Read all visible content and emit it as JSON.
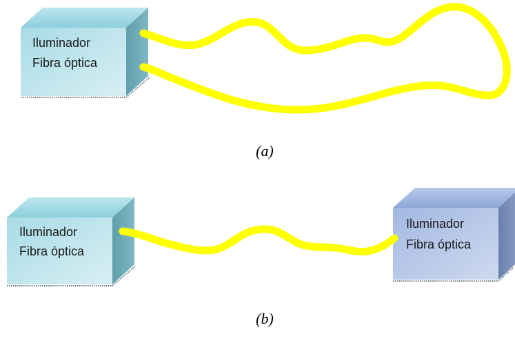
{
  "panels": [
    {
      "caption": "(a)",
      "boxes": [
        {
          "line1": "Iluminador",
          "line2": "Fibra óptica",
          "color": "cyan"
        }
      ]
    },
    {
      "caption": "(b)",
      "boxes": [
        {
          "line1": "Iluminador",
          "line2": "Fibra óptica",
          "color": "cyan"
        },
        {
          "line1": "Iluminador",
          "line2": "Fibra óptica",
          "color": "blue"
        }
      ]
    }
  ],
  "colors": {
    "fiber": "#ffff00",
    "cyan_front": "#bfe4ec",
    "cyan_top": "#8ecfdc",
    "cyan_side": "#6fa9b6",
    "blue_front": "#b4c6e8",
    "blue_top": "#9db4dd",
    "blue_side": "#7a8fb5"
  }
}
